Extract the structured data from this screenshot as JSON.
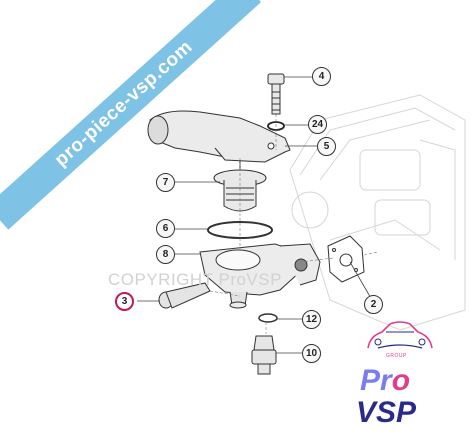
{
  "banner": {
    "text": "pro-piece-vsp.com"
  },
  "watermark": {
    "text": "COPYRIGHT ProVSP"
  },
  "callouts": [
    {
      "number": "4"
    },
    {
      "number": "24"
    },
    {
      "number": "5"
    },
    {
      "number": "7"
    },
    {
      "number": "6"
    },
    {
      "number": "8"
    },
    {
      "number": "2"
    },
    {
      "number": "3"
    },
    {
      "number": "12"
    },
    {
      "number": "10"
    }
  ],
  "logo": {
    "group": "GROUP",
    "pro_prefix": "Pr",
    "pro_suffix": "o",
    "vsp": "VSP"
  },
  "colors": {
    "banner": "#7ec3e6",
    "highlight": "#c2185b",
    "logo_pro": "#7a7df0",
    "logo_vsp": "#2a2a8c",
    "logo_accent": "#e23c8a"
  }
}
